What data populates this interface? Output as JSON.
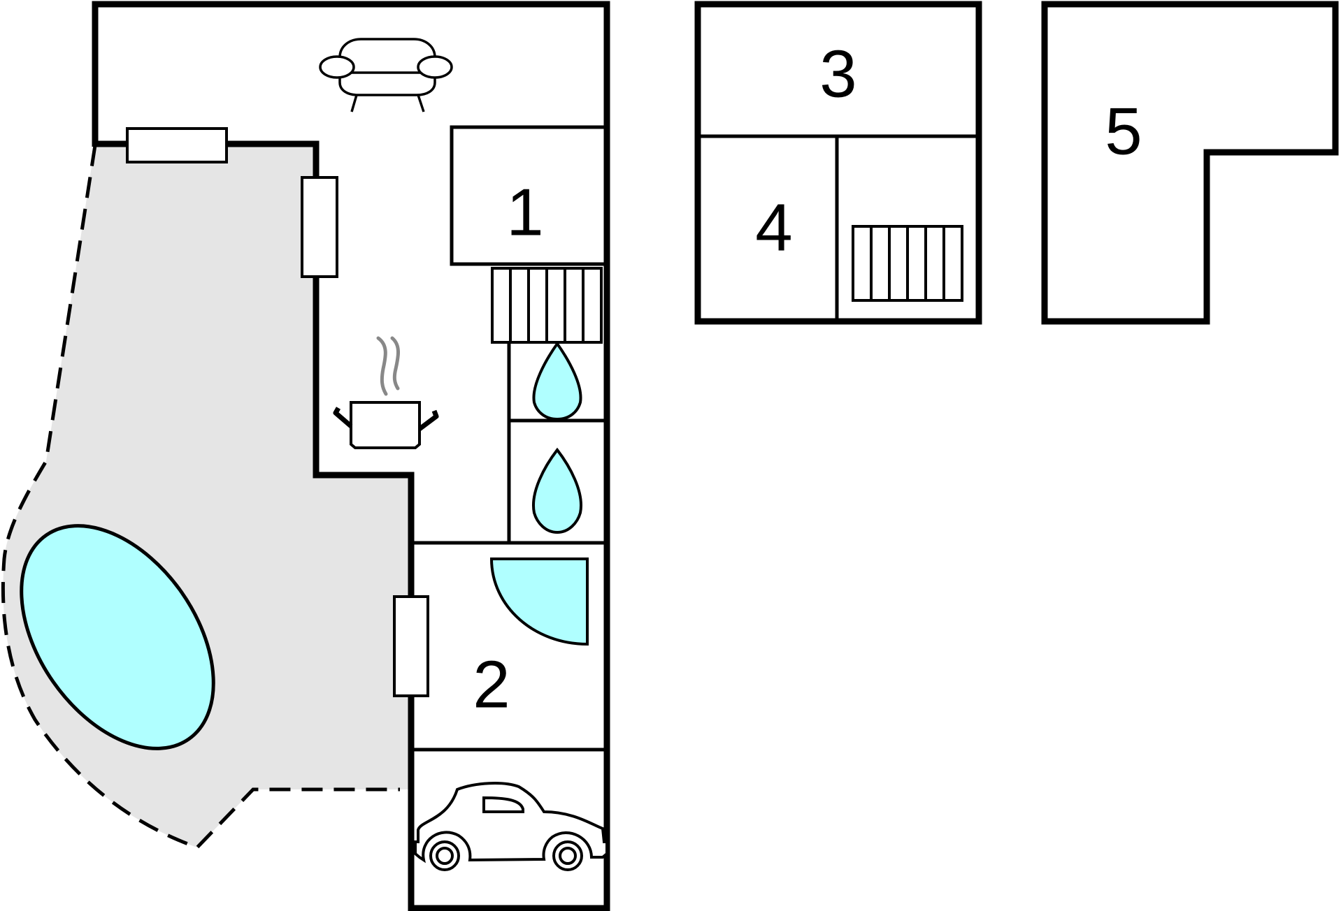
{
  "rooms": [
    {
      "id": "1",
      "label": "1"
    },
    {
      "id": "2",
      "label": "2"
    },
    {
      "id": "3",
      "label": "3"
    },
    {
      "id": "4",
      "label": "4"
    },
    {
      "id": "5",
      "label": "5"
    }
  ],
  "colors": {
    "water": "#b0ffff",
    "terrace": "#e5e5e5",
    "steam": "#888888",
    "wall": "#000000"
  },
  "icons": [
    "sofa-icon",
    "cooking-pot-icon",
    "shower-icon",
    "car-icon",
    "pool-icon",
    "stairs-icon"
  ]
}
